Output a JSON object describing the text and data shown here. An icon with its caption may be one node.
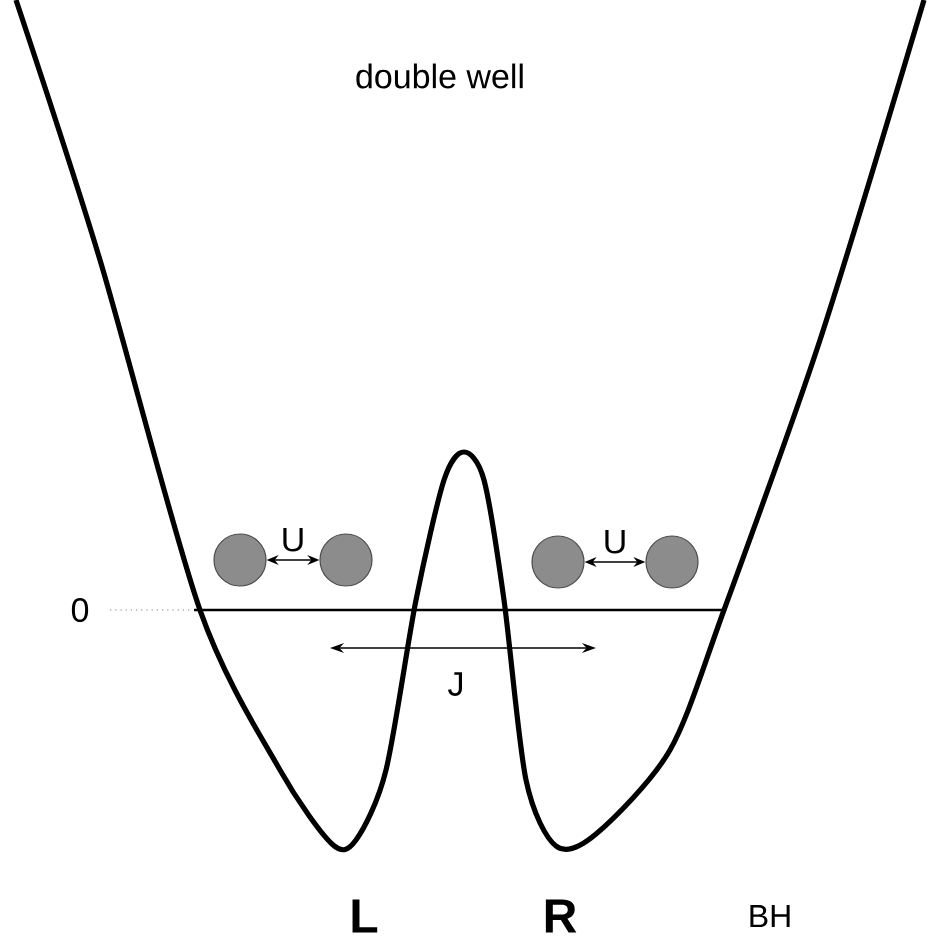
{
  "diagram": {
    "title": "double well",
    "nodes": [
      {
        "text": [],
        "shape": "circle"
      },
      {
        "text": [],
        "shape": "circle"
      },
      {
        "text": [],
        "shape": "circle"
      },
      {
        "text": [],
        "shape": "circle"
      }
    ],
    "edges": [
      {
        "from": 0,
        "to": 1,
        "arrow": "both",
        "label": "U"
      },
      {
        "from": 2,
        "to": 3,
        "arrow": "both",
        "label": "U"
      }
    ],
    "labels": [
      "0",
      "J",
      "L",
      "R",
      "BH"
    ]
  }
}
